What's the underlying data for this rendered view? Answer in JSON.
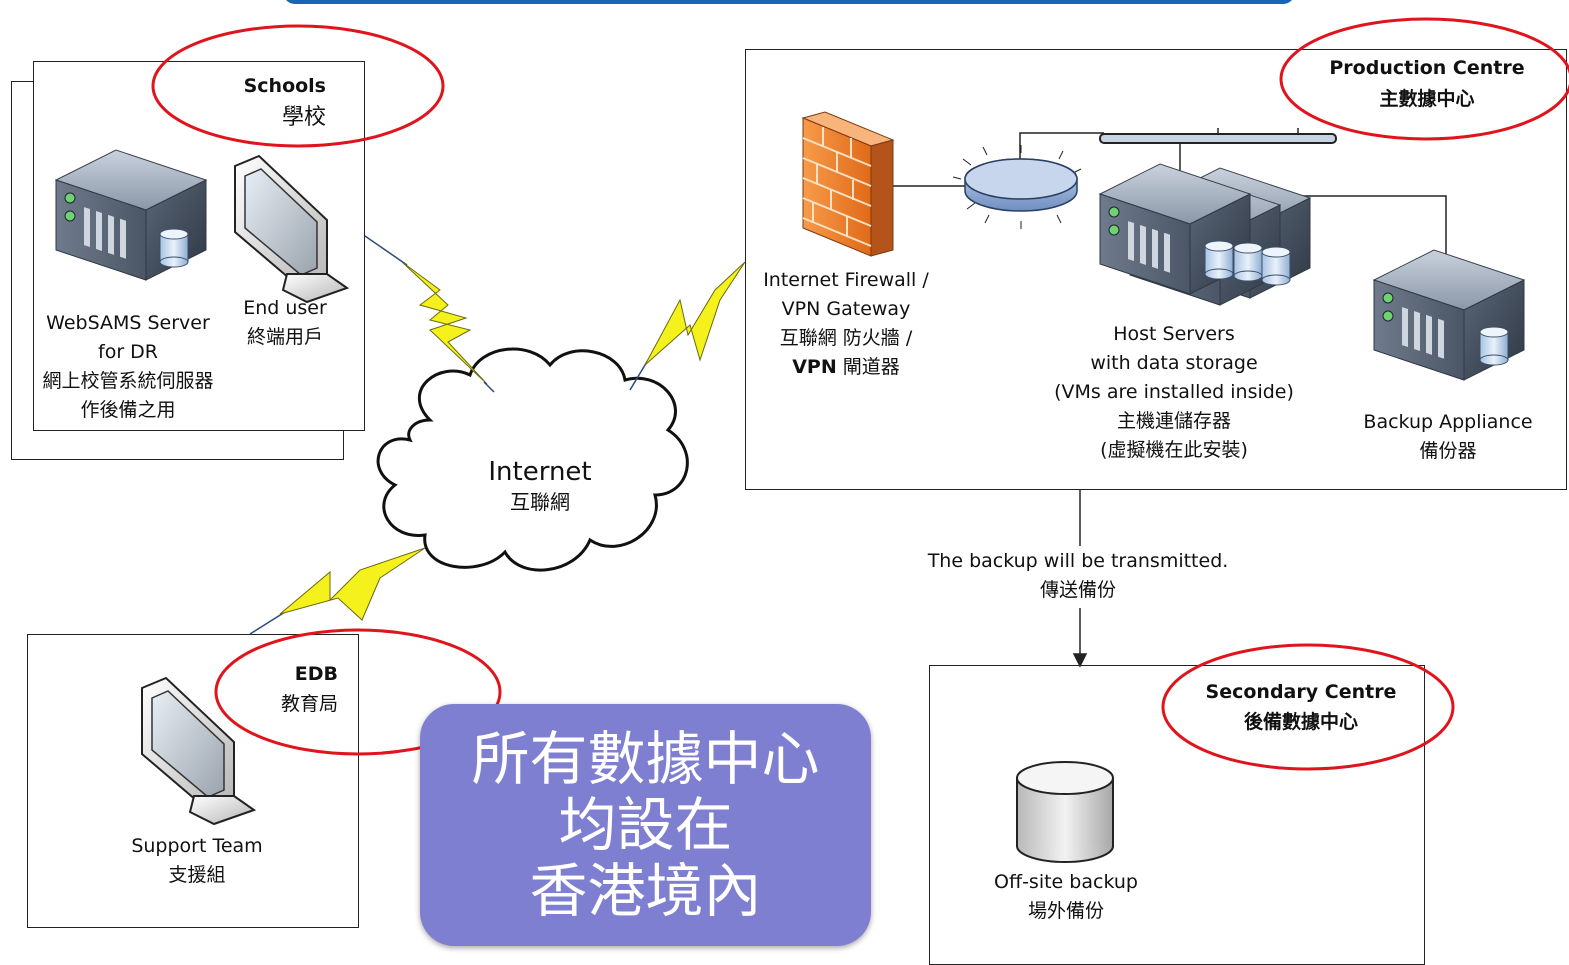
{
  "schools": {
    "title_en": "Schools",
    "title_zh": "學校"
  },
  "websams_server": {
    "line1": "WebSAMS Server",
    "line2": "for DR",
    "line3": "網上校管系統伺服器",
    "line4": "作後備之用"
  },
  "end_user": {
    "line1": "End user",
    "line2": "終端用戶"
  },
  "internet": {
    "line1": "Internet",
    "line2": "互聯網"
  },
  "production": {
    "title_en": "Production Centre",
    "title_zh": "主數據中心"
  },
  "firewall": {
    "line1": "Internet Firewall /",
    "line2": "VPN Gateway",
    "line3": "互聯網 防火牆 /",
    "line4_bold": "VPN",
    "line4_rest": " 閘道器"
  },
  "host_servers": {
    "line1": "Host Servers",
    "line2": "with data storage",
    "line3": "(VMs are installed inside)",
    "line4": "主機連儲存器",
    "line5": "(虛擬機在此安裝)"
  },
  "backup_appliance": {
    "line1": "Backup Appliance",
    "line2": "備份器"
  },
  "transmit": {
    "line1": "The backup will be  transmitted.",
    "line2": "傳送備份"
  },
  "edb": {
    "title_en": "EDB",
    "title_zh": "教育局"
  },
  "support_team": {
    "line1": "Support Team",
    "line2": "支援組"
  },
  "secondary": {
    "title_en": "Secondary Centre",
    "title_zh": "後備數據中心"
  },
  "offsite": {
    "line1": "Off-site backup",
    "line2": "場外備份"
  },
  "callout": {
    "line1": "所有數據中心",
    "line2": "均設在",
    "line3": "香港境內"
  },
  "colors": {
    "highlight_ring": "#e0141c",
    "callout_bg": "#7f7fd1",
    "top_bar": "#1665b8",
    "bolt": "#f4f11c"
  }
}
